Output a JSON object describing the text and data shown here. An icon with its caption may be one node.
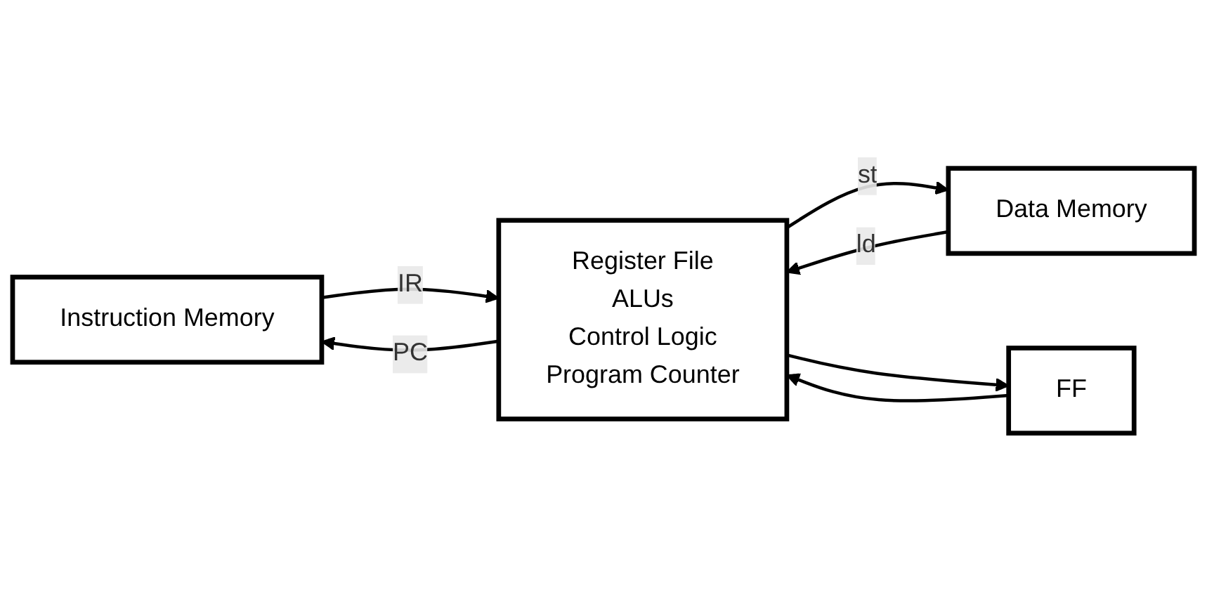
{
  "diagram": {
    "nodes": [
      {
        "text": [
          "Instruction Memory"
        ]
      },
      {
        "text": [
          "Register File",
          "ALUs",
          "Control Logic",
          "Program Counter"
        ]
      },
      {
        "text": [
          "Data Memory"
        ]
      },
      {
        "text": [
          "FF"
        ]
      }
    ],
    "edges": [
      {
        "from": 0,
        "to": 1,
        "arrow": "to",
        "label": "IR"
      },
      {
        "from": 1,
        "to": 0,
        "arrow": "to",
        "label": "PC"
      },
      {
        "from": 2,
        "to": 1,
        "arrow": "to",
        "label": "ld"
      },
      {
        "from": 1,
        "to": 2,
        "arrow": "to",
        "label": "st"
      },
      {
        "from": 1,
        "to": 3,
        "arrow": "to"
      },
      {
        "from": 3,
        "to": 1,
        "arrow": "to"
      }
    ]
  }
}
